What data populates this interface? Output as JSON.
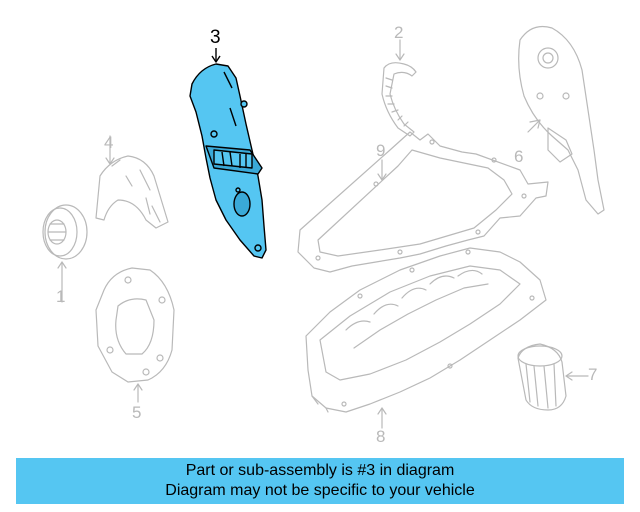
{
  "diagram": {
    "callouts": [
      {
        "id": "1",
        "label": "1"
      },
      {
        "id": "2",
        "label": "2"
      },
      {
        "id": "3",
        "label": "3",
        "highlight": true
      },
      {
        "id": "4",
        "label": "4"
      },
      {
        "id": "5",
        "label": "5"
      },
      {
        "id": "6",
        "label": "6"
      },
      {
        "id": "7",
        "label": "7"
      },
      {
        "id": "8",
        "label": "8"
      },
      {
        "id": "9",
        "label": "9"
      }
    ],
    "colors": {
      "highlight_fill": "#55c6f2",
      "line_gray": "#b9b9b9",
      "highlight_outline": "#000000"
    }
  },
  "caption": {
    "line1": "Part or sub-assembly is #3 in diagram",
    "line2": "Diagram may not be specific to your vehicle"
  }
}
